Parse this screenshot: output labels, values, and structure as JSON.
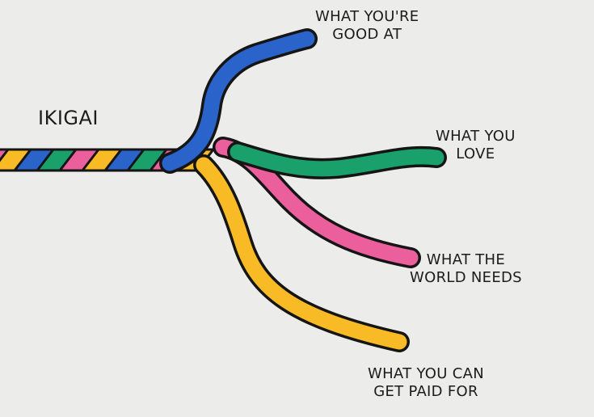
{
  "diagram": {
    "title": "IKIGAI",
    "colors": {
      "blue": "#2a63c9",
      "green": "#1aa06a",
      "pink": "#ea5f9c",
      "yellow": "#f8bb25",
      "outline": "#151515",
      "background": "#ececea"
    },
    "strands": [
      {
        "color": "blue",
        "label_lines": [
          "WHAT YOU'RE",
          "GOOD AT"
        ]
      },
      {
        "color": "green",
        "label_lines": [
          "WHAT YOU",
          "LOVE"
        ]
      },
      {
        "color": "pink",
        "label_lines": [
          "WHAT THE",
          "WORLD NEEDS"
        ]
      },
      {
        "color": "yellow",
        "label_lines": [
          "WHAT YOU CAN",
          "GET PAID FOR"
        ]
      }
    ]
  }
}
